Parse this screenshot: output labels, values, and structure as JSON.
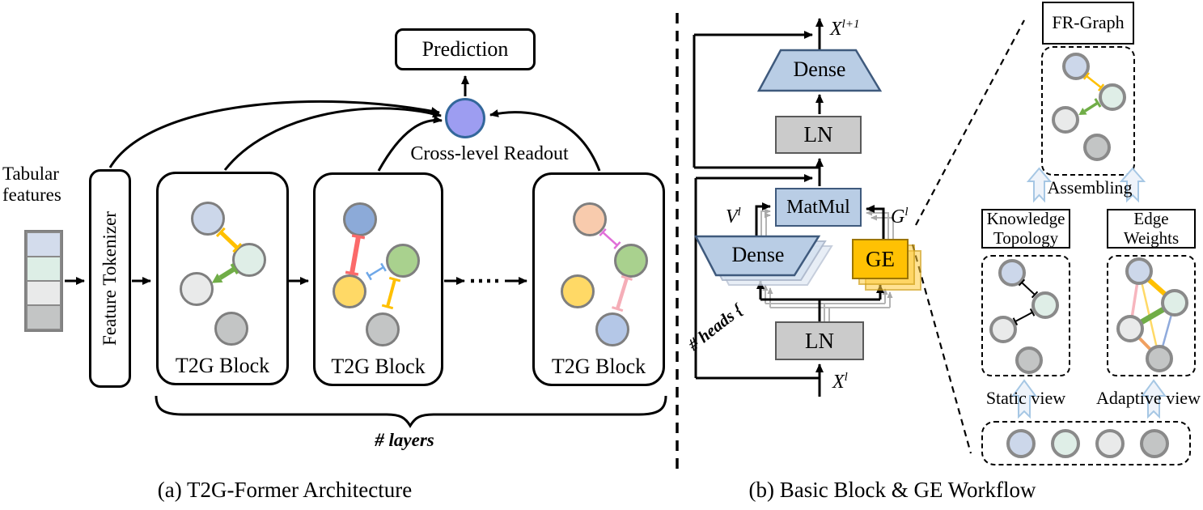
{
  "panel_a": {
    "caption": "(a) T2G-Former Architecture",
    "tabular_features_label": "Tabular features",
    "feature_tokenizer_label": "Feature Tokenizer",
    "block_labels": [
      "T2G Block",
      "T2G Block",
      "T2G Block"
    ],
    "prediction_label": "Prediction",
    "readout_label": "Cross-level Readout",
    "layers_label": "# layers"
  },
  "panel_b": {
    "caption": "(b) Basic Block & GE Workflow",
    "output_var": {
      "base": "X",
      "sup": "l+1"
    },
    "input_var": {
      "base": "X",
      "sup": "l"
    },
    "value_var": {
      "base": "V",
      "sup": "l"
    },
    "graph_var": {
      "base": "G",
      "sup": "l"
    },
    "dense_top_label": "Dense",
    "ln_top_label": "LN",
    "matmul_label": "MatMul",
    "dense_mid_label": "Dense",
    "ge_label": "GE",
    "ln_bottom_label": "LN",
    "heads_label": "# heads {"
  },
  "ge_workflow": {
    "fr_graph_label": "FR-Graph",
    "assembling_label": "Assembling",
    "knowledge_topology_lines": [
      "Knowledge",
      "Topology"
    ],
    "edge_weights_lines": [
      "Edge",
      "Weights"
    ],
    "static_view_label": "Static view",
    "adaptive_view_label": "Adaptive view"
  },
  "palette": {
    "node_light_blue": "#ccd7ea",
    "node_mint": "#dfeee7",
    "node_light_gray": "#e9eaea",
    "node_gray": "#c3c5c5",
    "node_blue": "#8caad8",
    "node_green": "#a9d18e",
    "node_yellow": "#ffd966",
    "node_peach": "#f8cbad",
    "node_periwinkle": "#b4c7e7",
    "edge_gold": "#ffc000",
    "edge_green": "#70ad47",
    "edge_red": "#fb6a6a",
    "edge_small_blue": "#6fa8e8",
    "edge_magenta": "#e06fd8",
    "edge_pink": "#f5aeb8",
    "edge_light_gold": "#ffd966",
    "edge_salmon": "#f0a060",
    "edge_soft_blue": "#8faadc",
    "dense_fill": "#b9cde5",
    "dense_border": "#3f5a7d",
    "ln_fill": "#cbcbcb",
    "ge_fill": "#ffc103",
    "ge_border": "#9c7500",
    "readout_fill": "#9d9df1",
    "readout_border": "#33679b",
    "block_arrow_fill": "#eef3fa",
    "block_arrow_border": "#a6c7e4",
    "tabular_cells": [
      "#d3dcec",
      "#ddeee6",
      "#e9eaea",
      "#c3c5c5"
    ]
  },
  "graphs": {
    "t2g_block_1": {
      "nodes": [
        "light-blue",
        "mint",
        "light-gray",
        "gray"
      ],
      "edges": [
        {
          "from": "light-blue",
          "to": "mint",
          "color": "#ffc000"
        },
        {
          "from": "mint",
          "to": "light-gray",
          "color": "#70ad47",
          "arrow": true
        }
      ]
    },
    "t2g_block_2": {
      "nodes": [
        "blue",
        "green",
        "yellow",
        "gray"
      ],
      "edges": [
        {
          "from": "blue",
          "to": "yellow",
          "color": "#fb6a6a"
        },
        {
          "from": "yellow",
          "to": "green",
          "color": "#6fa8e8"
        },
        {
          "from": "green",
          "to": "gray",
          "color": "#ffc000"
        }
      ]
    },
    "t2g_block_3": {
      "nodes": [
        "peach",
        "green",
        "yellow",
        "periwinkle"
      ],
      "edges": [
        {
          "from": "peach",
          "to": "green",
          "color": "#e06fd8"
        },
        {
          "from": "green",
          "to": "periwinkle",
          "color": "#f5aeb8"
        }
      ]
    },
    "fr_graph": {
      "nodes": [
        "light-blue",
        "mint",
        "light-gray",
        "gray"
      ],
      "edges": [
        {
          "from": "light-blue",
          "to": "mint",
          "color": "#ffc000"
        },
        {
          "from": "mint",
          "to": "light-gray",
          "color": "#70ad47",
          "arrow": true
        }
      ]
    },
    "knowledge_topology": {
      "nodes": [
        "light-blue",
        "mint",
        "light-gray",
        "gray"
      ],
      "edges": [
        {
          "from": "light-blue",
          "to": "mint",
          "color": "#000000"
        },
        {
          "from": "mint",
          "to": "light-gray",
          "color": "#000000"
        }
      ]
    },
    "edge_weights": {
      "nodes": [
        "light-blue",
        "mint",
        "light-gray",
        "gray"
      ],
      "edges": [
        {
          "from": "light-blue",
          "to": "mint",
          "color": "#ffc000",
          "weight": "thick"
        },
        {
          "from": "light-blue",
          "to": "light-gray",
          "color": "#f7b6be",
          "weight": "medium"
        },
        {
          "from": "light-blue",
          "to": "gray",
          "color": "#ffd966",
          "weight": "thin"
        },
        {
          "from": "mint",
          "to": "light-gray",
          "color": "#70ad47",
          "weight": "thick"
        },
        {
          "from": "mint",
          "to": "gray",
          "color": "#8faadc",
          "weight": "thin"
        },
        {
          "from": "light-gray",
          "to": "gray",
          "color": "#f0a060",
          "weight": "medium"
        }
      ]
    },
    "token_row": {
      "nodes": [
        "light-blue",
        "mint",
        "light-gray",
        "gray"
      ]
    }
  }
}
